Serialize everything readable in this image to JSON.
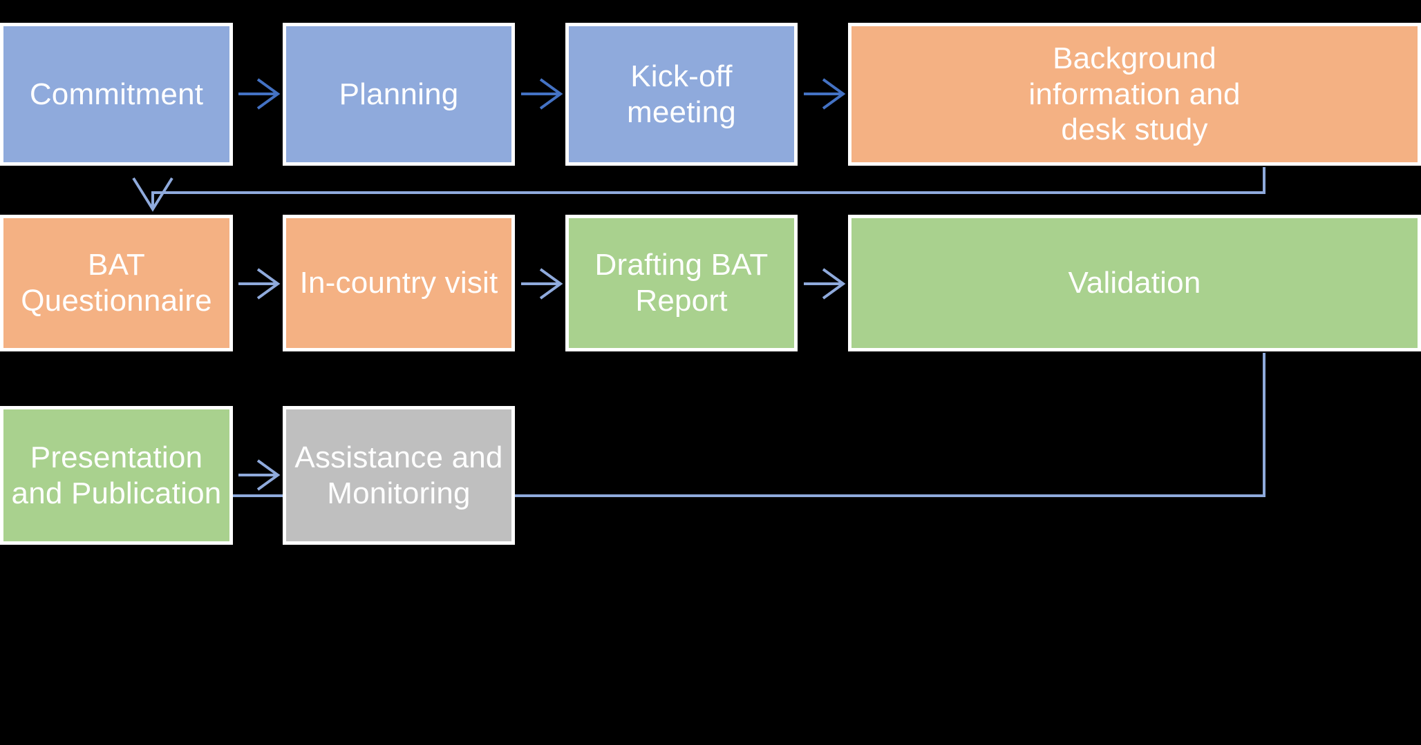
{
  "diagram": {
    "title": "BAT process flow chart",
    "background_color": "#000000",
    "palette": {
      "blue": "#8FAADC",
      "orange": "#F4B183",
      "green": "#A9D18E",
      "grey": "#BFBFBF",
      "arrow_dark": "#4472C4",
      "arrow_light": "#8FAADC",
      "border": "#FFFFFF",
      "text": "#FFFFFF"
    },
    "rows": [
      {
        "id": "row-1",
        "nodes": [
          {
            "id": "commitment",
            "label": "Commitment",
            "color_key": "blue"
          },
          {
            "id": "planning",
            "label": "Planning",
            "color_key": "blue"
          },
          {
            "id": "kick-off-meeting",
            "label": "Kick-off meeting",
            "color_key": "blue"
          },
          {
            "id": "background-information-and-desk-study",
            "label": "Background\ninformation and\ndesk study",
            "color_key": "orange"
          }
        ]
      },
      {
        "id": "row-2",
        "nodes": [
          {
            "id": "bat-questionnaire",
            "label": "BAT\nQuestionnaire",
            "color_key": "orange"
          },
          {
            "id": "in-country-visit",
            "label": "In-country visit",
            "color_key": "orange"
          },
          {
            "id": "drafting-bat-report",
            "label": "Drafting BAT\nReport",
            "color_key": "green"
          },
          {
            "id": "validation",
            "label": "Validation",
            "color_key": "green"
          }
        ]
      },
      {
        "id": "row-3",
        "nodes": [
          {
            "id": "presentation-and-publication",
            "label": "Presentation\nand Publication",
            "color_key": "green"
          },
          {
            "id": "assistance-and-monitoring",
            "label": "Assistance and\nMonitoring",
            "color_key": "grey"
          }
        ]
      }
    ],
    "connectors": [
      {
        "id": "commitment-to-planning",
        "from": "commitment",
        "to": "planning",
        "kind": "straight-right"
      },
      {
        "id": "planning-to-kick-off-meeting",
        "from": "planning",
        "to": "kick-off-meeting",
        "kind": "straight-right"
      },
      {
        "id": "kick-off-meeting-to-background",
        "from": "kick-off-meeting",
        "to": "background-information-and-desk-study",
        "kind": "straight-right"
      },
      {
        "id": "background-to-bat-questionnaire",
        "from": "background-information-and-desk-study",
        "to": "bat-questionnaire",
        "kind": "wrap-down-left"
      },
      {
        "id": "bat-questionnaire-to-in-country-visit",
        "from": "bat-questionnaire",
        "to": "in-country-visit",
        "kind": "straight-right"
      },
      {
        "id": "in-country-visit-to-drafting-bat-report",
        "from": "in-country-visit",
        "to": "drafting-bat-report",
        "kind": "straight-right"
      },
      {
        "id": "drafting-bat-report-to-validation",
        "from": "drafting-bat-report",
        "to": "validation",
        "kind": "straight-right"
      },
      {
        "id": "validation-to-presentation",
        "from": "validation",
        "to": "presentation-and-publication",
        "kind": "wrap-down-left"
      },
      {
        "id": "presentation-to-assistance",
        "from": "presentation-and-publication",
        "to": "assistance-and-monitoring",
        "kind": "straight-right"
      }
    ]
  }
}
